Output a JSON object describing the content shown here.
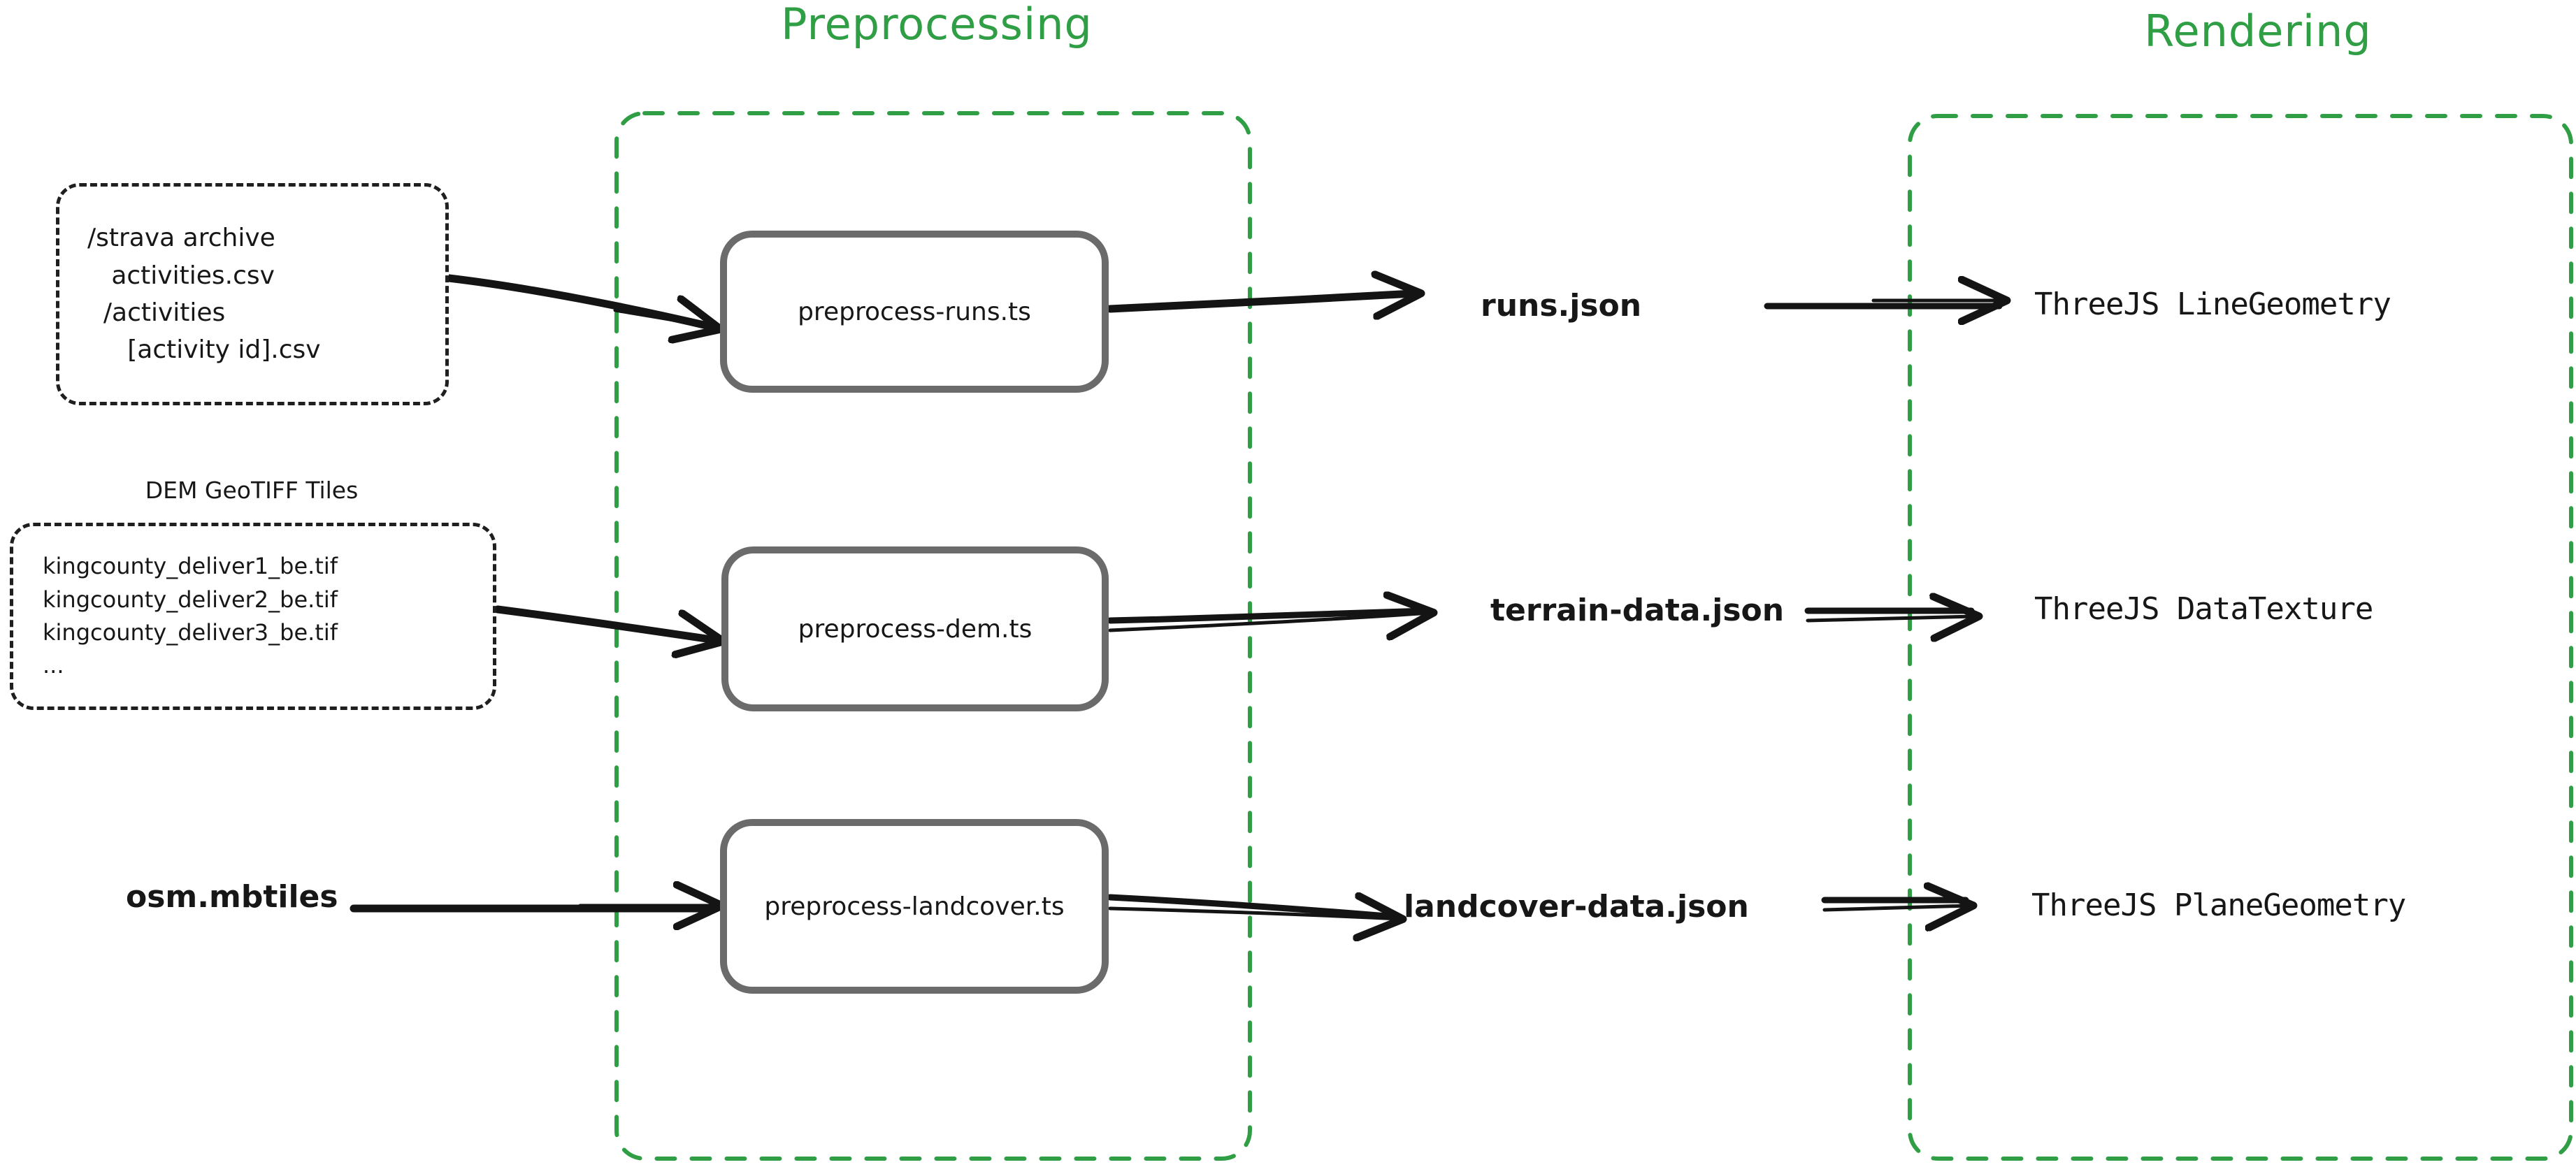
{
  "diagram": {
    "title": "Preprocessing and Rendering data pipeline",
    "background_color": "#ffffff",
    "accent_color": "#2f9e44",
    "process_border_color": "#6b6b6b",
    "source_border_color": "#1f1f1f",
    "text_color": "#171717"
  },
  "groups": [
    {
      "id": "preprocessing",
      "label": "Preprocessing"
    },
    {
      "id": "rendering",
      "label": "Rendering"
    }
  ],
  "sources": [
    {
      "id": "strava-archive",
      "caption": "",
      "lines": [
        "/strava archive",
        "   activities.csv",
        "  /activities",
        "     [activity id].csv"
      ]
    },
    {
      "id": "dem-geotiff-tiles",
      "caption": "DEM GeoTIFF Tiles",
      "lines": [
        "kingcounty_deliver1_be.tif",
        "kingcounty_deliver2_be.tif",
        "kingcounty_deliver3_be.tif",
        "..."
      ]
    },
    {
      "id": "osm-mbtiles",
      "caption": "",
      "lines": [
        "osm.mbtiles"
      ]
    }
  ],
  "processes": [
    {
      "id": "preprocess-runs",
      "label": "preprocess-runs.ts"
    },
    {
      "id": "preprocess-dem",
      "label": "preprocess-dem.ts"
    },
    {
      "id": "preprocess-landcover",
      "label": "preprocess-landcover.ts"
    }
  ],
  "artifacts": [
    {
      "id": "runs-json",
      "label": "runs.json"
    },
    {
      "id": "terrain-data-json",
      "label": "terrain-data.json"
    },
    {
      "id": "landcover-data-json",
      "label": "landcover-data.json"
    }
  ],
  "renderers": [
    {
      "id": "threejs-linegeometry",
      "label": "ThreeJS LineGeometry"
    },
    {
      "id": "threejs-datatexture",
      "label": "ThreeJS DataTexture"
    },
    {
      "id": "threejs-planegeometry",
      "label": "ThreeJS PlaneGeometry"
    }
  ],
  "flows": [
    {
      "from": "strava-archive",
      "to": "preprocess-runs"
    },
    {
      "from": "preprocess-runs",
      "to": "runs-json"
    },
    {
      "from": "runs-json",
      "to": "threejs-linegeometry"
    },
    {
      "from": "dem-geotiff-tiles",
      "to": "preprocess-dem"
    },
    {
      "from": "preprocess-dem",
      "to": "terrain-data-json"
    },
    {
      "from": "terrain-data-json",
      "to": "threejs-datatexture"
    },
    {
      "from": "osm-mbtiles",
      "to": "preprocess-landcover"
    },
    {
      "from": "preprocess-landcover",
      "to": "landcover-data-json"
    },
    {
      "from": "landcover-data-json",
      "to": "threejs-planegeometry"
    }
  ]
}
